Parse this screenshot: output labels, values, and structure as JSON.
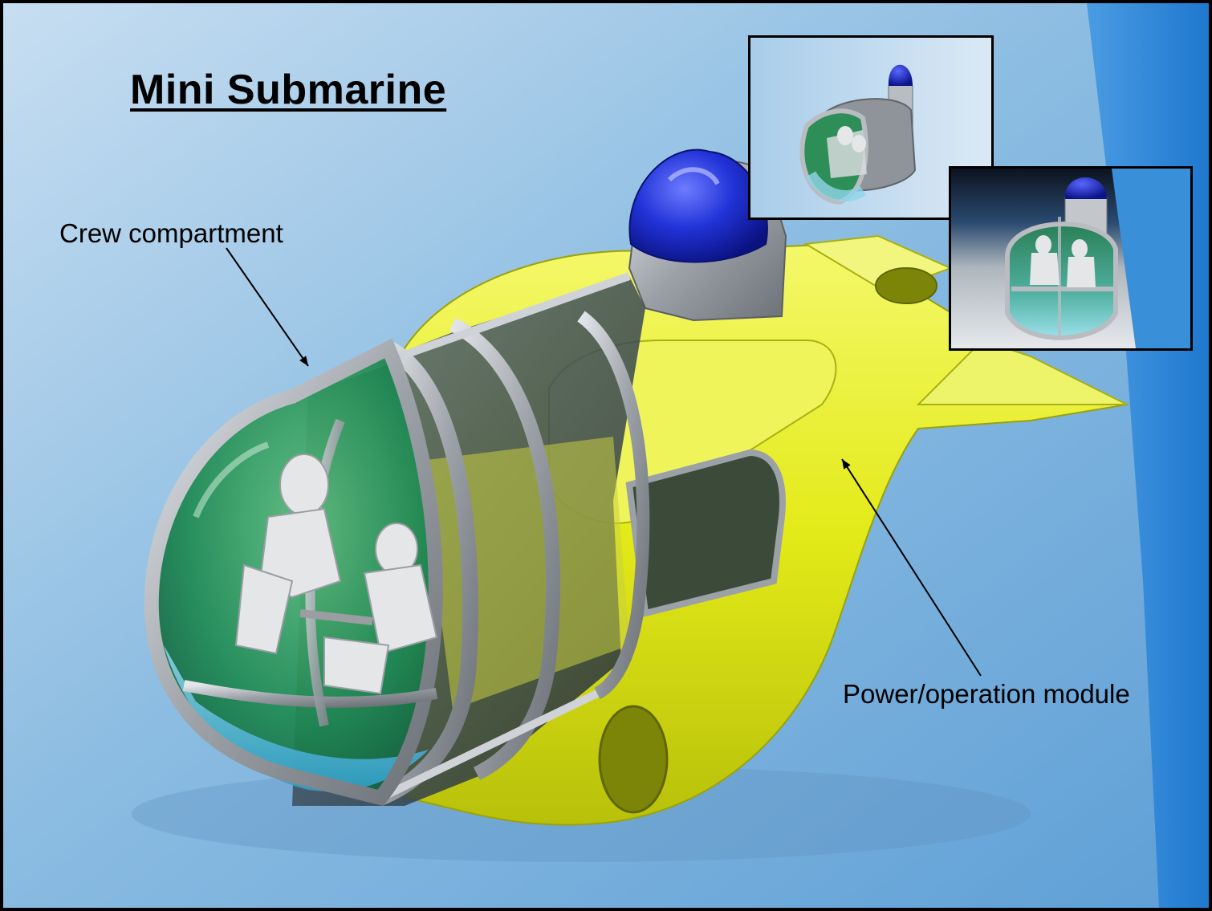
{
  "title": "Mini Submarine",
  "labels": {
    "crew_compartment": "Crew compartment",
    "power_module": "Power/operation module"
  },
  "colors": {
    "water_light": "#bcd7ee",
    "water_mid": "#7fb4dc",
    "water_deep": "#2f87d6",
    "hull_yellow": "#e6ee1c",
    "dome_blue": "#1a2fd8",
    "frame_silver": "#a9adb2",
    "window_green": "#1f8a4a"
  },
  "insets": [
    {
      "name": "side-view-render"
    },
    {
      "name": "front-view-render"
    }
  ]
}
